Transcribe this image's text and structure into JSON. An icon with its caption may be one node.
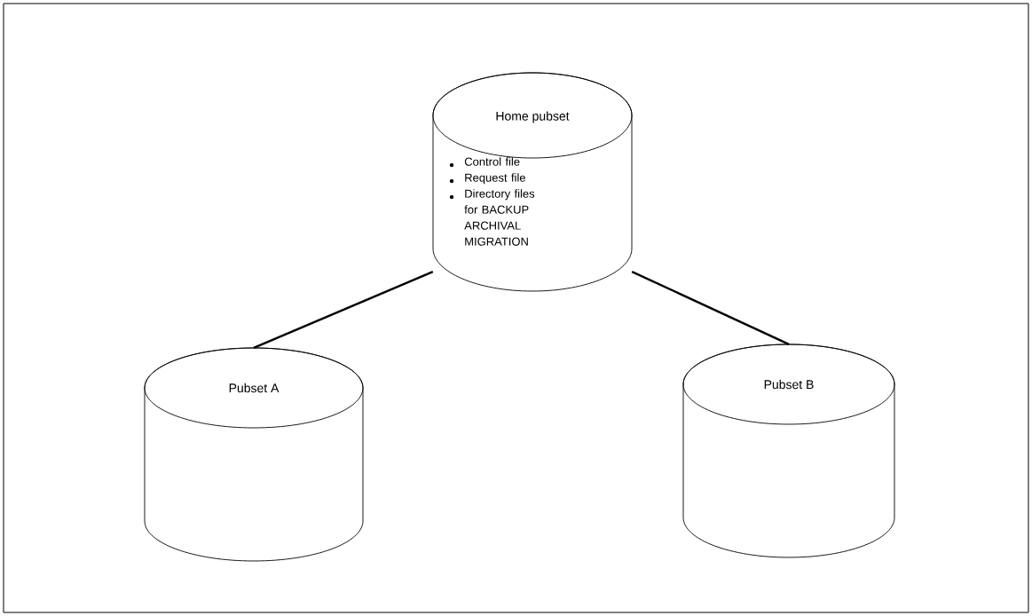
{
  "diagram": {
    "nodes": [
      {
        "text": [
          "Home pubset",
          "Control file",
          "Request file",
          "Directory files for BACKUP ARCHIVAL MIGRATION"
        ]
      },
      {
        "text": [
          "Pubset A"
        ]
      },
      {
        "text": [
          "Pubset B"
        ]
      }
    ],
    "edges": [
      {
        "from": 0,
        "to": 1,
        "arrow": "none"
      },
      {
        "from": 0,
        "to": 2,
        "arrow": "none"
      }
    ]
  }
}
